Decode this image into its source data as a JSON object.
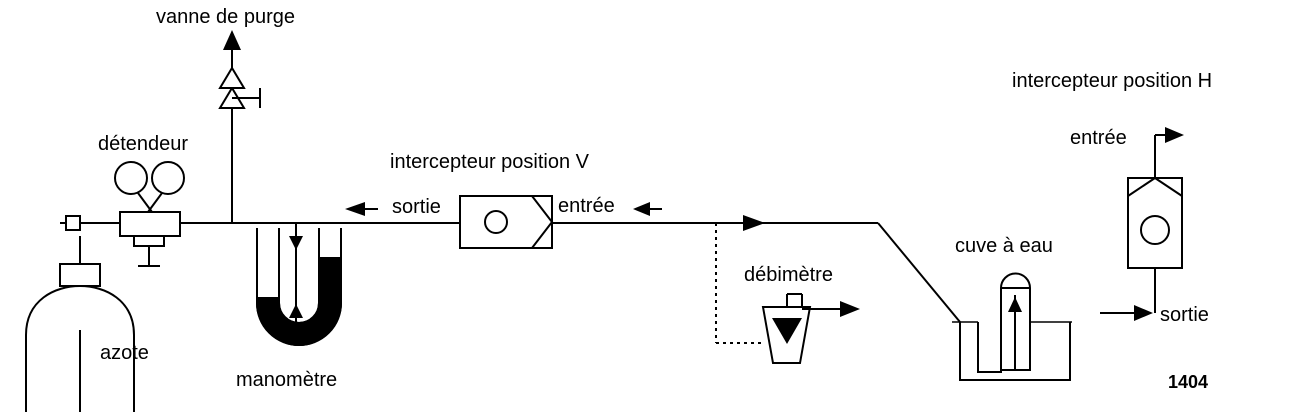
{
  "labels": {
    "vanne_de_purge": "vanne de purge",
    "detendeur": "détendeur",
    "azote": "azote",
    "manometre": "manomètre",
    "intercepteur_v": "intercepteur position V",
    "sortie_v": "sortie",
    "entree_v": "entrée",
    "debimetre": "débimètre",
    "cuve_a_eau": "cuve à eau",
    "intercepteur_h": "intercepteur position H",
    "entree_h": "entrée",
    "sortie_h": "sortie",
    "figure_number": "1404"
  },
  "colors": {
    "line": "#000000",
    "background": "#ffffff"
  }
}
